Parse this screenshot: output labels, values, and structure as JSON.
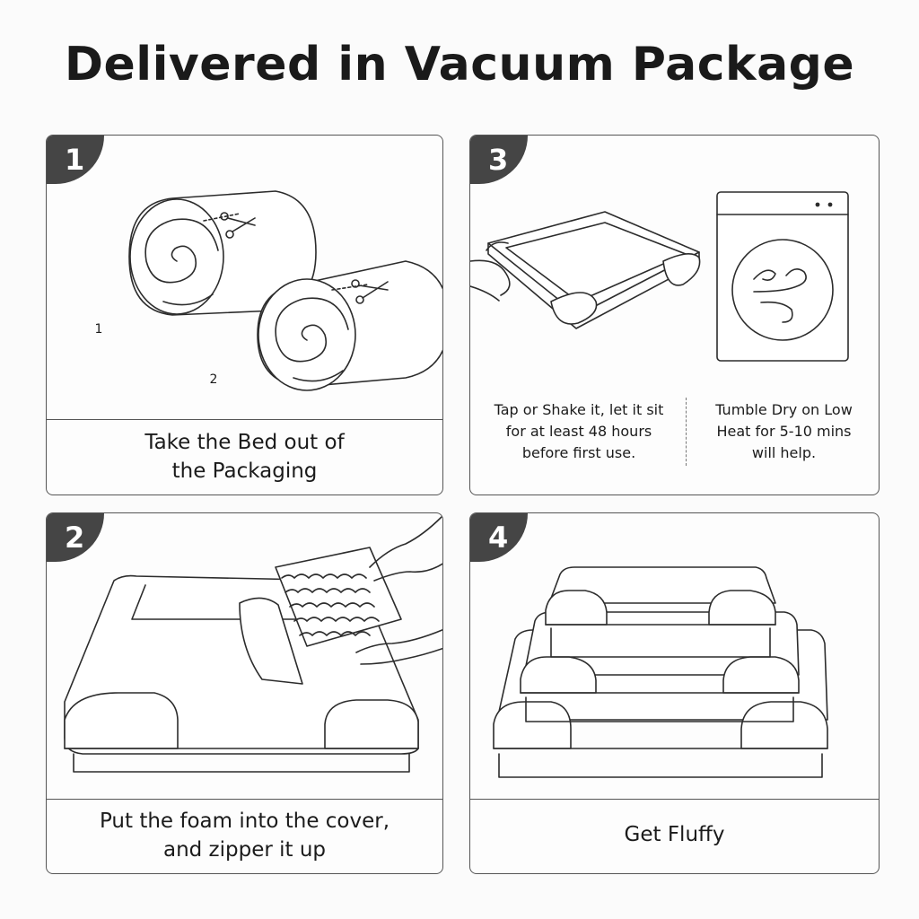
{
  "title": "Delivered in Vacuum Package",
  "panels": [
    {
      "number": "1",
      "caption_line1": "Take the Bed out of",
      "caption_line2": "the Packaging",
      "roll_labels": [
        "1",
        "2"
      ]
    },
    {
      "number": "3",
      "left_text": [
        "Tap or Shake it, let it sit",
        "for at least 48 hours",
        "before first use."
      ],
      "right_text": [
        "Tumble Dry on Low",
        "Heat for 5-10 mins",
        "will help."
      ]
    },
    {
      "number": "2",
      "caption_line1": "Put the foam into the cover,",
      "caption_line2": "and zipper it up"
    },
    {
      "number": "4",
      "caption_line1": "Get Fluffy"
    }
  ],
  "icons": [
    "scissors-icon",
    "dryer-icon",
    "air-flow-icon"
  ]
}
